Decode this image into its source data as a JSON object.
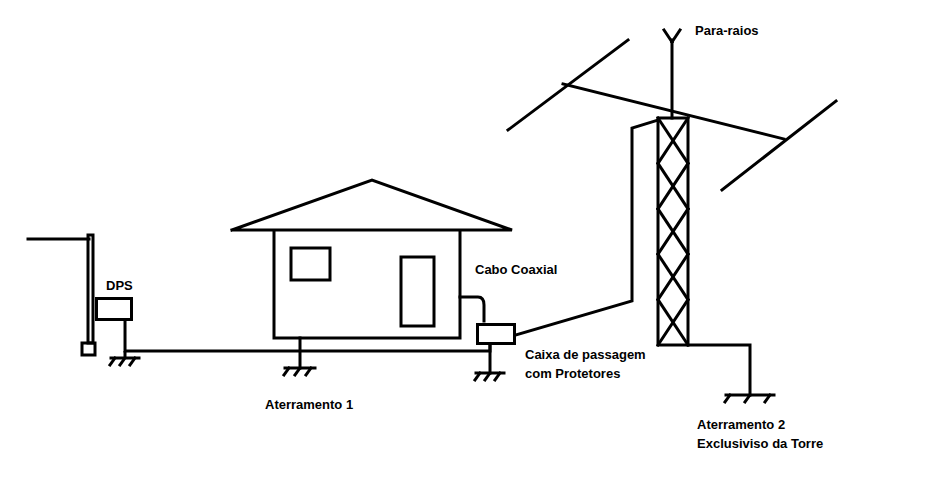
{
  "diagram": {
    "nodes": [
      {
        "text": [
          "DPS"
        ]
      },
      {
        "text": [
          "Caixa de passagem com Protetores"
        ]
      }
    ],
    "edges": [
      {
        "from": 0,
        "to": 1,
        "arrow": "none"
      }
    ],
    "labels": [
      "Para-raios",
      "Cabo Coaxial",
      "Aterramento 1",
      "Aterramento 2 Exclusiviso da Torre"
    ]
  }
}
